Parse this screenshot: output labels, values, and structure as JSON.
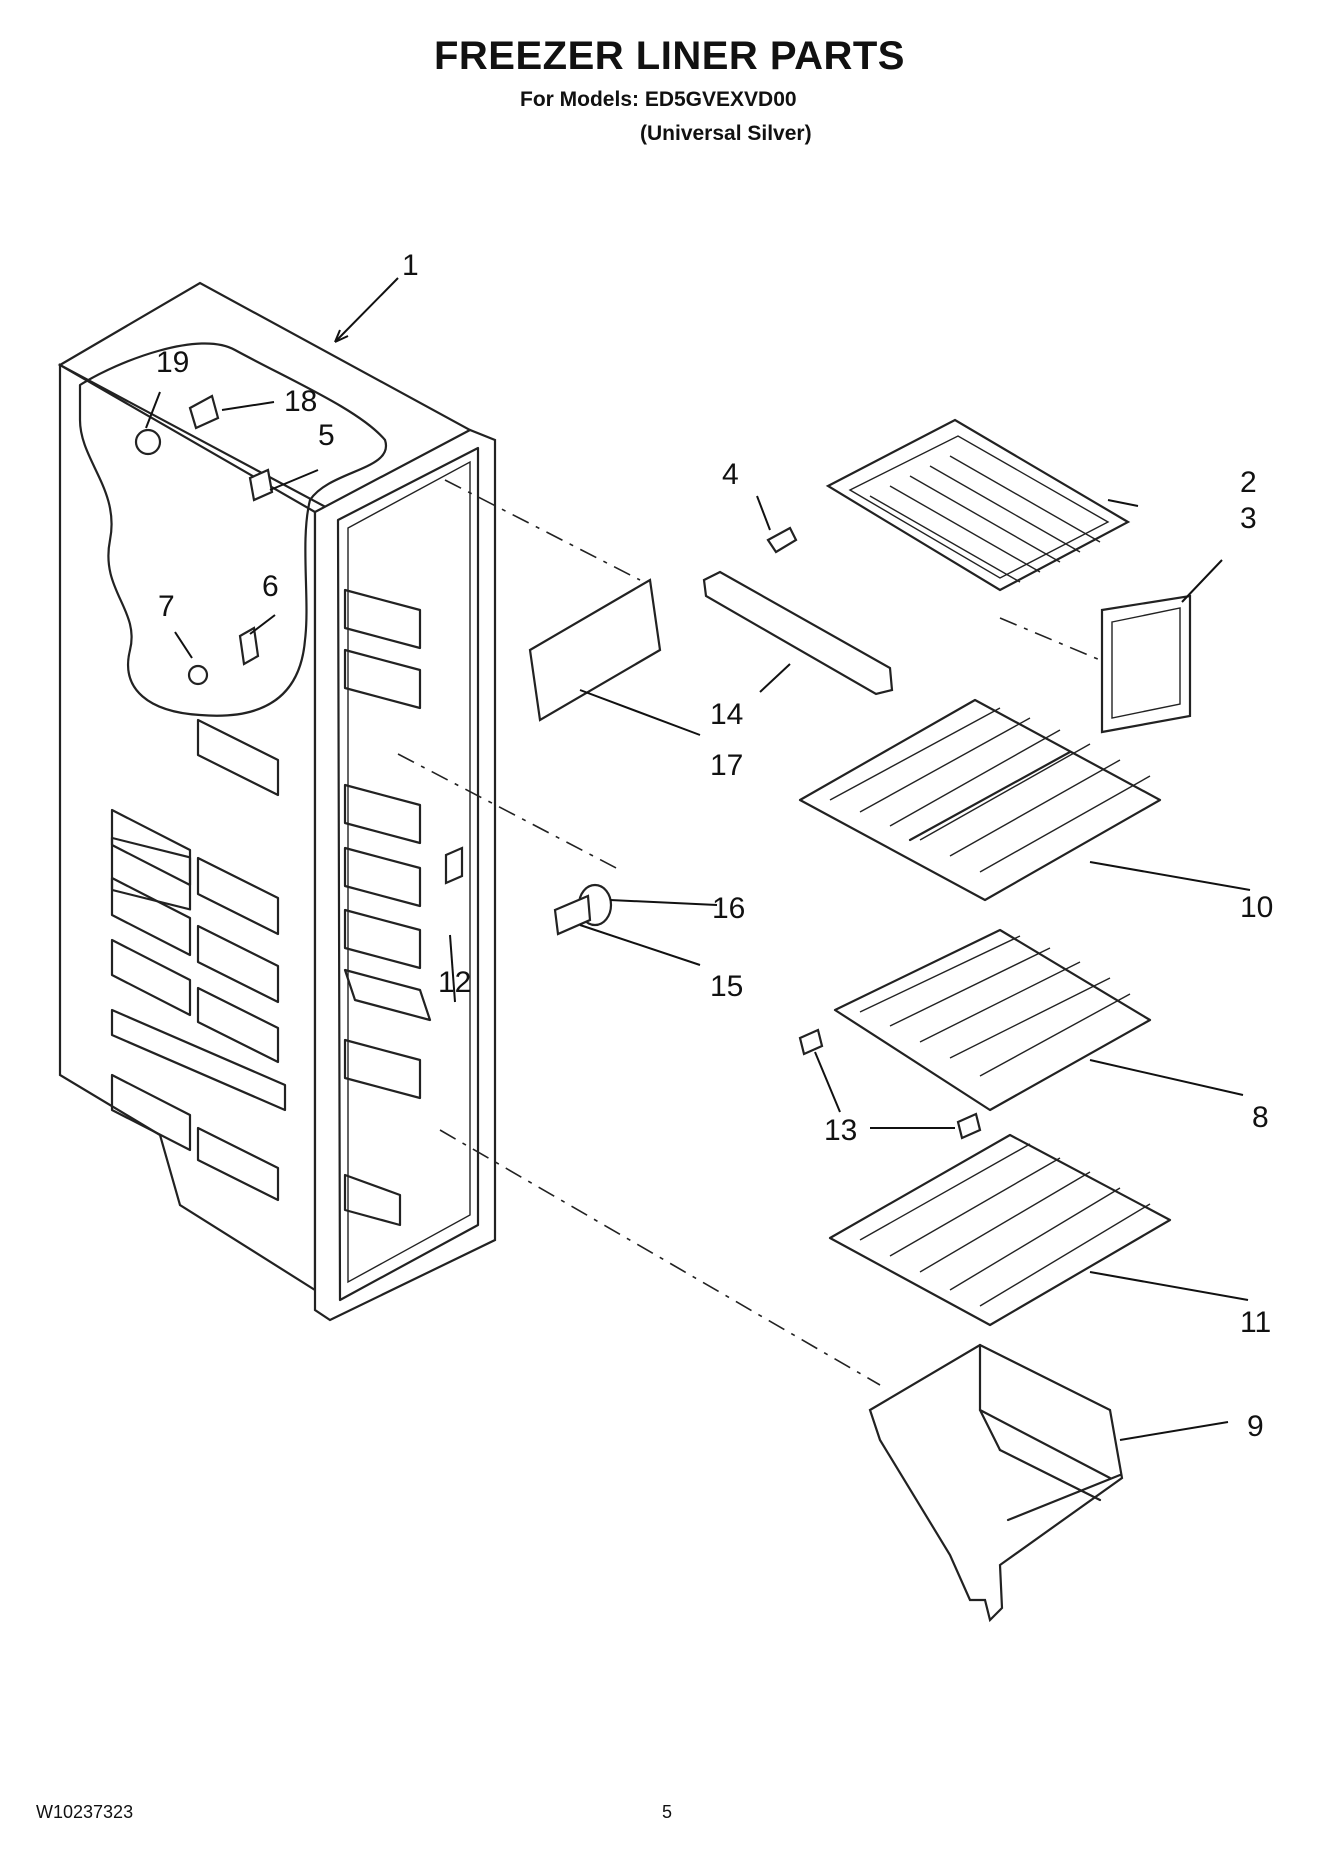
{
  "header": {
    "title": "FREEZER LINER PARTS",
    "models_line": "For Models: ED5GVEXVD00",
    "variant_line": "(Universal Silver)"
  },
  "footer": {
    "doc_code": "W10237323",
    "page_number": "5"
  },
  "callouts": {
    "c1": "1",
    "c2": "2",
    "c3": "3",
    "c4": "4",
    "c5": "5",
    "c6": "6",
    "c7": "7",
    "c8": "8",
    "c9": "9",
    "c10": "10",
    "c11": "11",
    "c12": "12",
    "c13": "13",
    "c14": "14",
    "c15": "15",
    "c16": "16",
    "c17": "17",
    "c18": "18",
    "c19": "19"
  }
}
